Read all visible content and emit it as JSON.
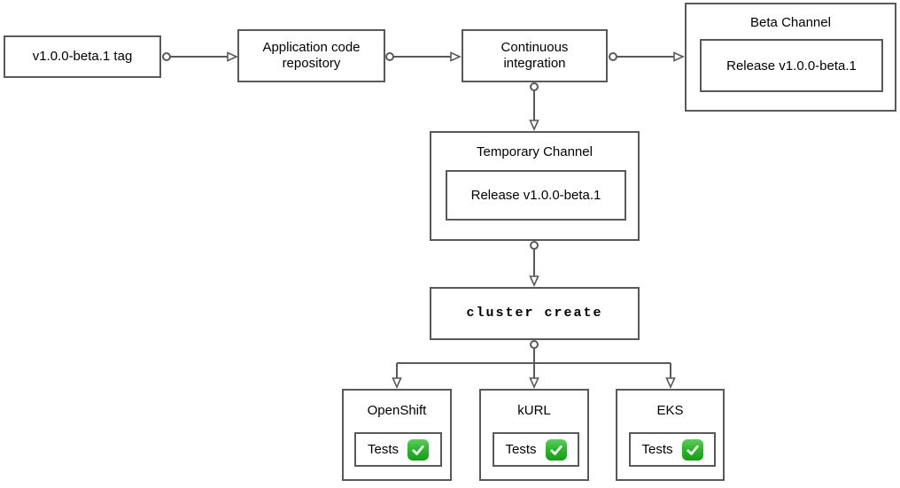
{
  "diagram": {
    "colors": {
      "stroke": "#595959",
      "check_green": "#2eb82e",
      "background": "#ffffff",
      "text": "#000000"
    },
    "nodes": {
      "tag": {
        "label": "v1.0.0-beta.1 tag"
      },
      "repo": {
        "label": "Application code repository"
      },
      "ci": {
        "label": "Continuous integration"
      },
      "beta_channel": {
        "title": "Beta Channel",
        "release_label": "Release v1.0.0-beta.1"
      },
      "temporary_channel": {
        "title": "Temporary Channel",
        "release_label": "Release v1.0.0-beta.1"
      },
      "cluster_create": {
        "label": "cluster create"
      }
    },
    "clusters": [
      {
        "title": "OpenShift",
        "tests_label": "Tests",
        "check_icon": "white-check-mark-on-green"
      },
      {
        "title": "kURL",
        "tests_label": "Tests",
        "check_icon": "white-check-mark-on-green"
      },
      {
        "title": "EKS",
        "tests_label": "Tests",
        "check_icon": "white-check-mark-on-green"
      }
    ]
  }
}
